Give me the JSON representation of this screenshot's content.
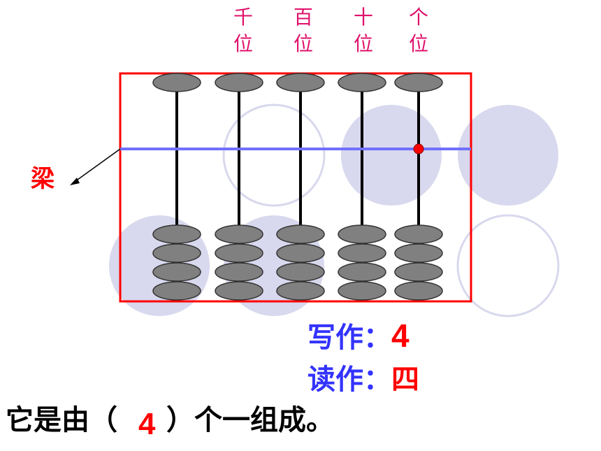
{
  "columns": [
    {
      "top": "千",
      "bottom": "位"
    },
    {
      "top": "百",
      "bottom": "位"
    },
    {
      "top": "十",
      "bottom": "位"
    },
    {
      "top": "个",
      "bottom": "位"
    }
  ],
  "beam_label": "梁",
  "write": {
    "label": "写作：",
    "value": "4"
  },
  "read": {
    "label": "读作：",
    "value": "四"
  },
  "sentence": {
    "before": "它是由（",
    "after": "）个一组成。",
    "answer": "4"
  },
  "colors": {
    "frame": "#ff0000",
    "beam": "#7070ff",
    "bead": "#808080",
    "rod": "#000000",
    "circle_fill": "#d8d8ee",
    "label": "#e0106a",
    "blue_text": "#3333ff",
    "red_text": "#ff0000"
  }
}
